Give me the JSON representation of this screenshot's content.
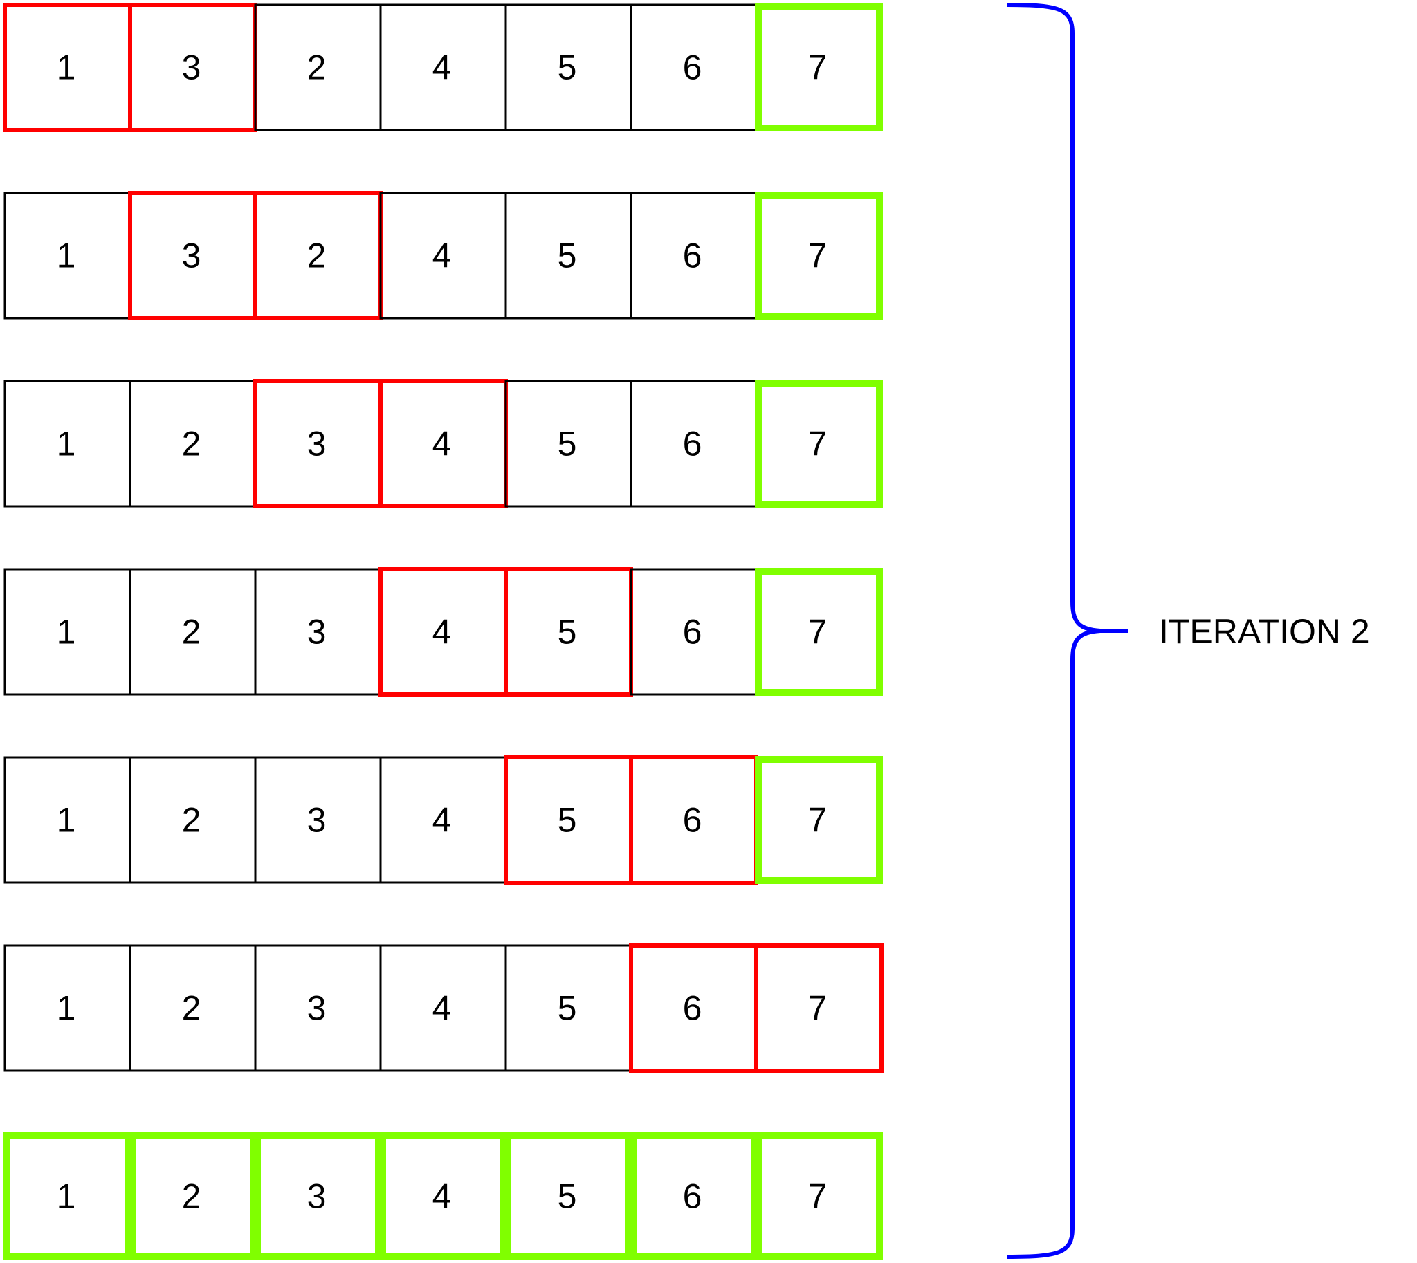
{
  "colors": {
    "neutral": "#000000",
    "compare": "#ff0000",
    "sorted": "#80ff00",
    "brace": "#0000ff",
    "text": "#000000",
    "background": "#ffffff"
  },
  "rows": [
    {
      "values": [
        "1",
        "3",
        "2",
        "4",
        "5",
        "6",
        "7"
      ],
      "compare": [
        0,
        1
      ],
      "sorted": [
        6
      ]
    },
    {
      "values": [
        "1",
        "3",
        "2",
        "4",
        "5",
        "6",
        "7"
      ],
      "compare": [
        1,
        2
      ],
      "sorted": [
        6
      ]
    },
    {
      "values": [
        "1",
        "2",
        "3",
        "4",
        "5",
        "6",
        "7"
      ],
      "compare": [
        2,
        3
      ],
      "sorted": [
        6
      ]
    },
    {
      "values": [
        "1",
        "2",
        "3",
        "4",
        "5",
        "6",
        "7"
      ],
      "compare": [
        3,
        4
      ],
      "sorted": [
        6
      ]
    },
    {
      "values": [
        "1",
        "2",
        "3",
        "4",
        "5",
        "6",
        "7"
      ],
      "compare": [
        4,
        5
      ],
      "sorted": [
        6
      ]
    },
    {
      "values": [
        "1",
        "2",
        "3",
        "4",
        "5",
        "6",
        "7"
      ],
      "compare": [
        5,
        6
      ],
      "sorted": []
    },
    {
      "values": [
        "1",
        "2",
        "3",
        "4",
        "5",
        "6",
        "7"
      ],
      "compare": [],
      "sorted": [
        0,
        1,
        2,
        3,
        4,
        5,
        6
      ]
    }
  ],
  "iteration_label": "ITERATION 2"
}
